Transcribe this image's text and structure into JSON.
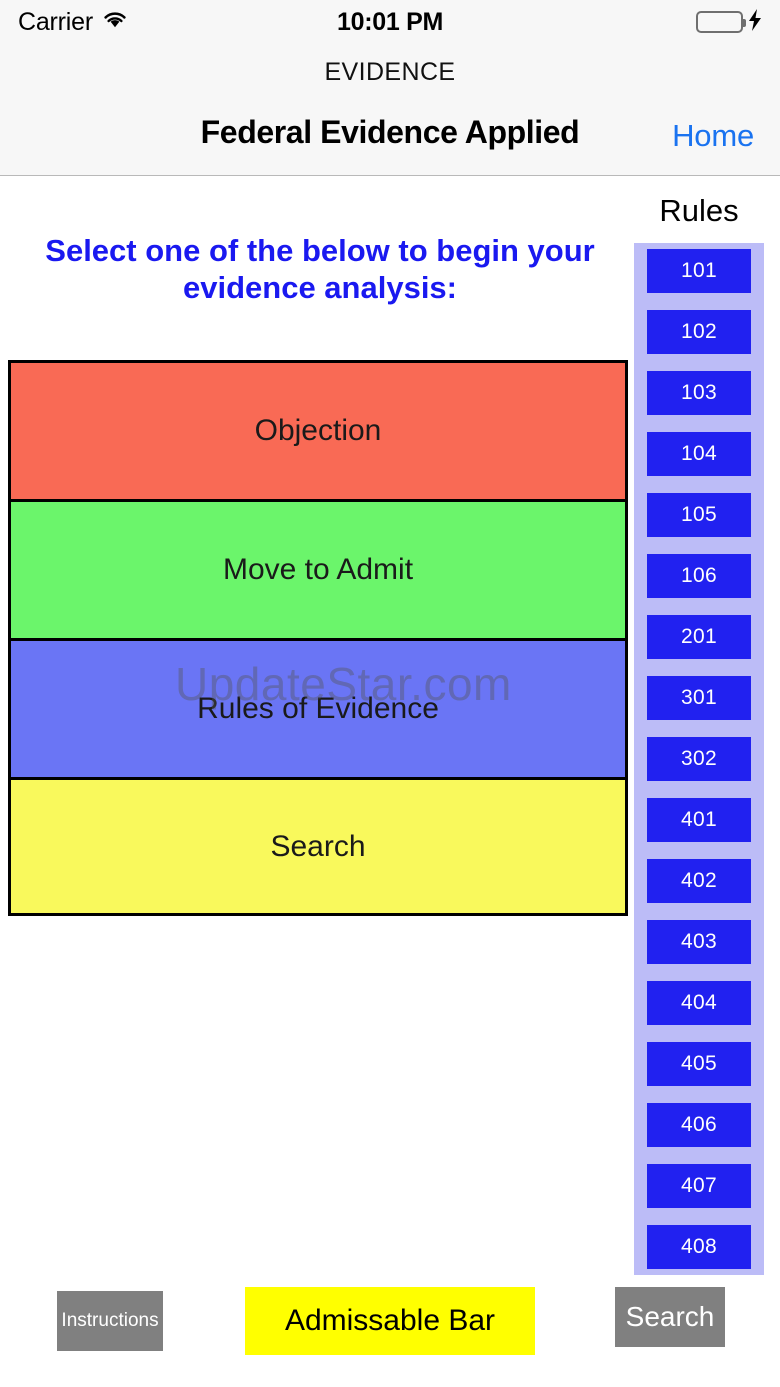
{
  "status_bar": {
    "carrier": "Carrier",
    "wifi_icon": "wifi-icon",
    "time": "10:01 PM",
    "battery_icon": "battery-full-icon",
    "charging_icon": "lightning-bolt-icon"
  },
  "nav": {
    "subtitle": "EVIDENCE",
    "title": "Federal Evidence Applied",
    "home_label": "Home"
  },
  "main": {
    "prompt": "Select one of the below to begin your evidence analysis:",
    "prompt_color": "#1a19f0",
    "options": [
      {
        "label": "Objection",
        "color": "#f96a55"
      },
      {
        "label": "Move to Admit",
        "color": "#6bf56b"
      },
      {
        "label": "Rules of Evidence",
        "color": "#6a75f5"
      },
      {
        "label": "Search",
        "color": "#f9f95c"
      }
    ],
    "watermark": "UpdateStar.com"
  },
  "rules": {
    "title": "Rules",
    "panel_color": "#bcbcf7",
    "button_color": "#2121f0",
    "items": [
      "101",
      "102",
      "103",
      "104",
      "105",
      "106",
      "201",
      "301",
      "302",
      "401",
      "402",
      "403",
      "404",
      "405",
      "406",
      "407",
      "408"
    ]
  },
  "toolbar": {
    "instructions_label": "Instructions",
    "admissable_label": "Admissable Bar",
    "search_label": "Search",
    "instructions_color": "#808080",
    "admissable_color": "#ffff00",
    "search_color": "#808080"
  }
}
